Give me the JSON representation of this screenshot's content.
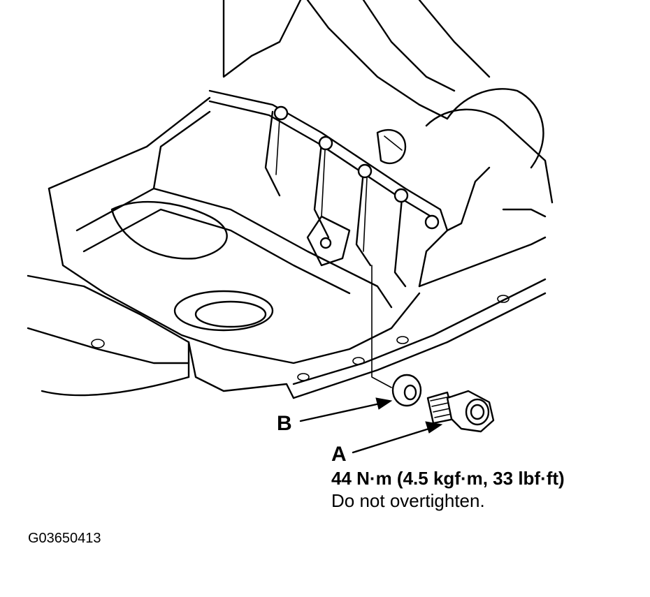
{
  "callouts": {
    "b": "B",
    "a": "A"
  },
  "torque": {
    "spec": "44 N·m (4.5 kgf·m, 33 lbf·ft)",
    "note": "Do not overtighten."
  },
  "figure_id": "G03650413",
  "colors": {
    "ink": "#000000",
    "paper": "#ffffff"
  }
}
